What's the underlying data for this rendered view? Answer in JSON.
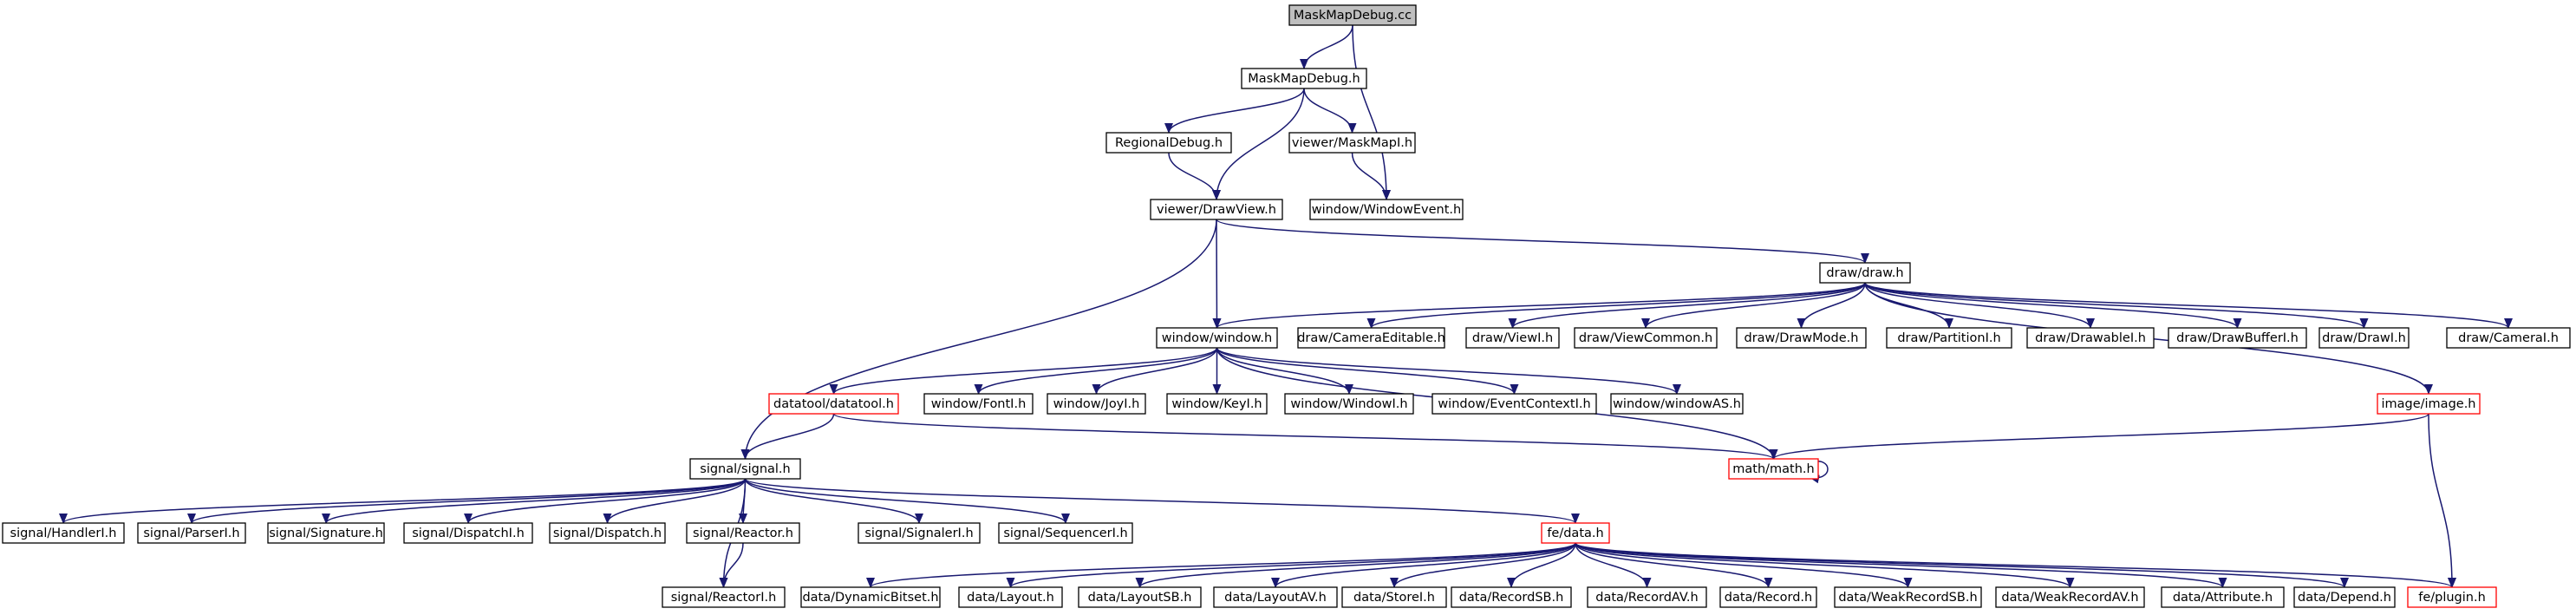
{
  "colors": {
    "edge": "#191970",
    "root_fill": "#bfbfbf",
    "root_border": "#000000",
    "node_fill": "#ffffff",
    "node_border": "#000000",
    "truncated_border": "#ff0000"
  },
  "diagram": {
    "nodes": [
      {
        "id": "n0",
        "label": "MaskMapDebug.cc",
        "style": "root"
      },
      {
        "id": "n1",
        "label": "MaskMapDebug.h",
        "style": "normal"
      },
      {
        "id": "n2",
        "label": "RegionalDebug.h",
        "style": "normal"
      },
      {
        "id": "n3",
        "label": "viewer/MaskMapI.h",
        "style": "normal"
      },
      {
        "id": "n4",
        "label": "viewer/DrawView.h",
        "style": "normal"
      },
      {
        "id": "n5",
        "label": "window/WindowEvent.h",
        "style": "normal"
      },
      {
        "id": "n6",
        "label": "draw/draw.h",
        "style": "normal"
      },
      {
        "id": "n7",
        "label": "window/window.h",
        "style": "normal"
      },
      {
        "id": "n8",
        "label": "draw/CameraEditable.h",
        "style": "normal"
      },
      {
        "id": "n9",
        "label": "draw/ViewI.h",
        "style": "normal"
      },
      {
        "id": "n10",
        "label": "draw/ViewCommon.h",
        "style": "normal"
      },
      {
        "id": "n11",
        "label": "draw/DrawMode.h",
        "style": "normal"
      },
      {
        "id": "n12",
        "label": "draw/PartitionI.h",
        "style": "normal"
      },
      {
        "id": "n13",
        "label": "draw/DrawableI.h",
        "style": "normal"
      },
      {
        "id": "n14",
        "label": "draw/DrawBufferI.h",
        "style": "normal"
      },
      {
        "id": "n15",
        "label": "draw/DrawI.h",
        "style": "normal"
      },
      {
        "id": "n16",
        "label": "draw/CameraI.h",
        "style": "normal"
      },
      {
        "id": "n17",
        "label": "datatool/datatool.h",
        "style": "truncated"
      },
      {
        "id": "n18",
        "label": "window/FontI.h",
        "style": "normal"
      },
      {
        "id": "n19",
        "label": "window/JoyI.h",
        "style": "normal"
      },
      {
        "id": "n20",
        "label": "window/KeyI.h",
        "style": "normal"
      },
      {
        "id": "n21",
        "label": "window/WindowI.h",
        "style": "normal"
      },
      {
        "id": "n22",
        "label": "window/EventContextI.h",
        "style": "normal"
      },
      {
        "id": "n23",
        "label": "window/windowAS.h",
        "style": "normal"
      },
      {
        "id": "n24",
        "label": "image/image.h",
        "style": "truncated"
      },
      {
        "id": "n25",
        "label": "signal/signal.h",
        "style": "normal"
      },
      {
        "id": "n26",
        "label": "math/math.h",
        "style": "truncated"
      },
      {
        "id": "n27",
        "label": "signal/HandlerI.h",
        "style": "normal"
      },
      {
        "id": "n28",
        "label": "signal/ParserI.h",
        "style": "normal"
      },
      {
        "id": "n29",
        "label": "signal/Signature.h",
        "style": "normal"
      },
      {
        "id": "n30",
        "label": "signal/DispatchI.h",
        "style": "normal"
      },
      {
        "id": "n31",
        "label": "signal/Dispatch.h",
        "style": "normal"
      },
      {
        "id": "n32",
        "label": "signal/Reactor.h",
        "style": "normal"
      },
      {
        "id": "n33",
        "label": "signal/SignalerI.h",
        "style": "normal"
      },
      {
        "id": "n34",
        "label": "signal/SequencerI.h",
        "style": "normal"
      },
      {
        "id": "n35",
        "label": "fe/data.h",
        "style": "truncated"
      },
      {
        "id": "n36",
        "label": "signal/ReactorI.h",
        "style": "normal"
      },
      {
        "id": "n37",
        "label": "data/DynamicBitset.h",
        "style": "normal"
      },
      {
        "id": "n38",
        "label": "data/Layout.h",
        "style": "normal"
      },
      {
        "id": "n39",
        "label": "data/LayoutSB.h",
        "style": "normal"
      },
      {
        "id": "n40",
        "label": "data/LayoutAV.h",
        "style": "normal"
      },
      {
        "id": "n41",
        "label": "data/StoreI.h",
        "style": "normal"
      },
      {
        "id": "n42",
        "label": "data/RecordSB.h",
        "style": "normal"
      },
      {
        "id": "n43",
        "label": "data/RecordAV.h",
        "style": "normal"
      },
      {
        "id": "n44",
        "label": "data/Record.h",
        "style": "normal"
      },
      {
        "id": "n45",
        "label": "data/WeakRecordSB.h",
        "style": "normal"
      },
      {
        "id": "n46",
        "label": "data/WeakRecordAV.h",
        "style": "normal"
      },
      {
        "id": "n47",
        "label": "data/Attribute.h",
        "style": "normal"
      },
      {
        "id": "n48",
        "label": "data/Depend.h",
        "style": "normal"
      },
      {
        "id": "n49",
        "label": "fe/plugin.h",
        "style": "truncated"
      }
    ],
    "edges": [
      [
        "n0",
        "n1"
      ],
      [
        "n0",
        "n5"
      ],
      [
        "n1",
        "n2"
      ],
      [
        "n1",
        "n4"
      ],
      [
        "n1",
        "n3"
      ],
      [
        "n2",
        "n4"
      ],
      [
        "n3",
        "n5"
      ],
      [
        "n4",
        "n25"
      ],
      [
        "n4",
        "n7"
      ],
      [
        "n4",
        "n6"
      ],
      [
        "n6",
        "n7"
      ],
      [
        "n6",
        "n8"
      ],
      [
        "n6",
        "n9"
      ],
      [
        "n6",
        "n10"
      ],
      [
        "n6",
        "n11"
      ],
      [
        "n6",
        "n12"
      ],
      [
        "n6",
        "n13"
      ],
      [
        "n6",
        "n14"
      ],
      [
        "n6",
        "n15"
      ],
      [
        "n6",
        "n16"
      ],
      [
        "n6",
        "n24"
      ],
      [
        "n7",
        "n17"
      ],
      [
        "n7",
        "n18"
      ],
      [
        "n7",
        "n19"
      ],
      [
        "n7",
        "n20"
      ],
      [
        "n7",
        "n21"
      ],
      [
        "n7",
        "n22"
      ],
      [
        "n7",
        "n23"
      ],
      [
        "n7",
        "n26"
      ],
      [
        "n17",
        "n25"
      ],
      [
        "n17",
        "n26"
      ],
      [
        "n24",
        "n26"
      ],
      [
        "n24",
        "n49"
      ],
      [
        "n26",
        "n26"
      ],
      [
        "n25",
        "n27"
      ],
      [
        "n25",
        "n28"
      ],
      [
        "n25",
        "n29"
      ],
      [
        "n25",
        "n30"
      ],
      [
        "n25",
        "n31"
      ],
      [
        "n25",
        "n32"
      ],
      [
        "n25",
        "n36"
      ],
      [
        "n25",
        "n33"
      ],
      [
        "n25",
        "n34"
      ],
      [
        "n25",
        "n35"
      ],
      [
        "n32",
        "n36"
      ],
      [
        "n35",
        "n37"
      ],
      [
        "n35",
        "n38"
      ],
      [
        "n35",
        "n39"
      ],
      [
        "n35",
        "n40"
      ],
      [
        "n35",
        "n41"
      ],
      [
        "n35",
        "n42"
      ],
      [
        "n35",
        "n43"
      ],
      [
        "n35",
        "n44"
      ],
      [
        "n35",
        "n45"
      ],
      [
        "n35",
        "n46"
      ],
      [
        "n35",
        "n47"
      ],
      [
        "n35",
        "n48"
      ],
      [
        "n35",
        "n49"
      ]
    ]
  }
}
